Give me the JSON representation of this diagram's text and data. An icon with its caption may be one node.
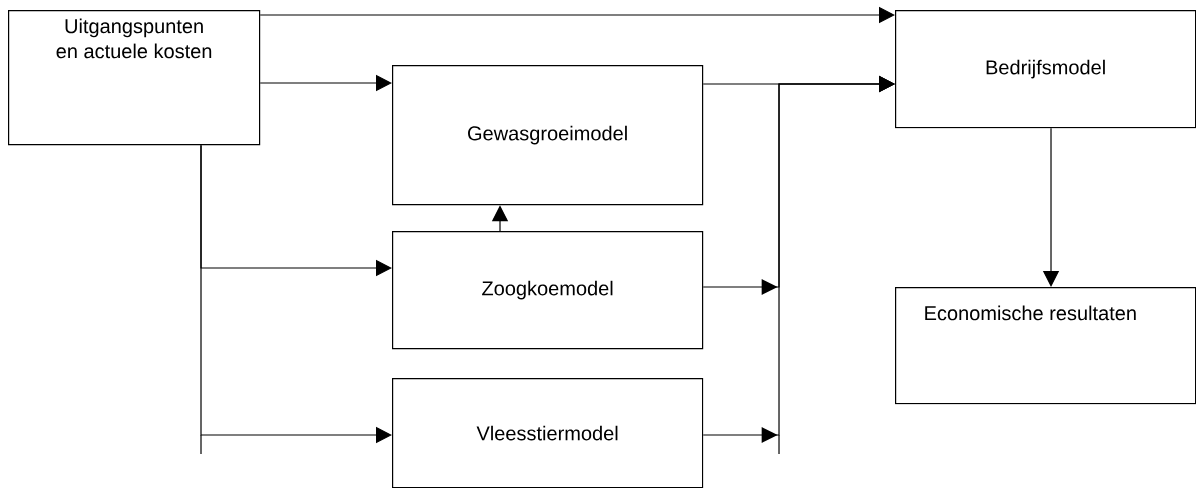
{
  "diagram": {
    "nodes": [
      {
        "text": [
          "Uitgangspunten en actuele kosten"
        ]
      },
      {
        "text": [
          "Gewasgroeimodel"
        ]
      },
      {
        "text": [
          "Zoogkoemodel"
        ]
      },
      {
        "text": [
          "Vleesstiermodel"
        ]
      },
      {
        "text": [
          "Bedrijfsmodel"
        ]
      },
      {
        "text": [
          "Economische resultaten"
        ]
      }
    ],
    "edges": [
      {
        "from": 0,
        "to": 4,
        "arrow": "to"
      },
      {
        "from": 0,
        "to": 1,
        "arrow": "to"
      },
      {
        "from": 0,
        "to": 2,
        "arrow": "to"
      },
      {
        "from": 0,
        "to": 3,
        "arrow": "to"
      },
      {
        "from": 2,
        "to": 1,
        "arrow": "to"
      },
      {
        "from": 1,
        "to": 4,
        "arrow": "to"
      },
      {
        "from": 2,
        "to": 4,
        "arrow": "to"
      },
      {
        "from": 3,
        "to": 4,
        "arrow": "to"
      },
      {
        "from": 4,
        "to": 5,
        "arrow": "to"
      }
    ]
  }
}
